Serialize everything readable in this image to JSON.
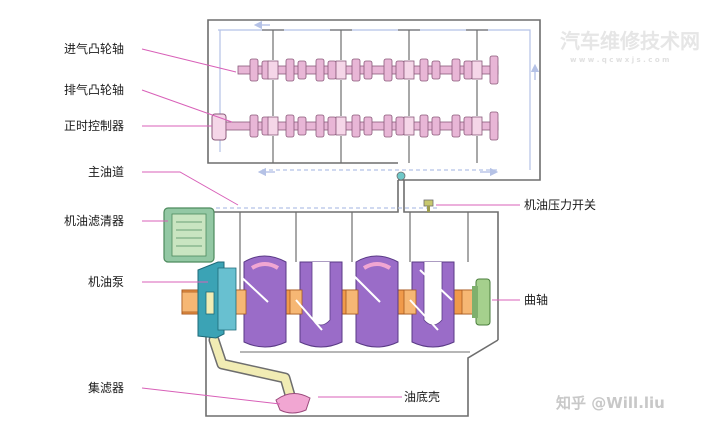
{
  "labels": {
    "intake_cam": "进气凸轮轴",
    "exhaust_cam": "排气凸轮轴",
    "timing_ctrl": "正时控制器",
    "main_gallery": "主油道",
    "oil_filter": "机油滤清器",
    "oil_pump": "机油泵",
    "strainer": "集滤器",
    "oil_pan": "油底壳",
    "oil_pressure_switch": "机油压力开关",
    "crankshaft": "曲轴"
  },
  "watermark": {
    "site_cn": "汽车维修技术网",
    "site_url": "w w w . q c w x j s . c o m",
    "author": "知乎 @Will.liu"
  },
  "colors": {
    "outline": "#6e6e6e",
    "flow_arrow": "#b5c2e6",
    "leader": "#d860b8",
    "camshaft": "#e8b6d6",
    "crank_pink": "#f1a6d2",
    "crankshaft": "#f09a4a",
    "counterweight": "#9a6cc8",
    "filter": "#93c8a4",
    "pump": "#3ba3b5",
    "pickup": "#f1ecb4",
    "flywheel": "#a5d08d"
  }
}
